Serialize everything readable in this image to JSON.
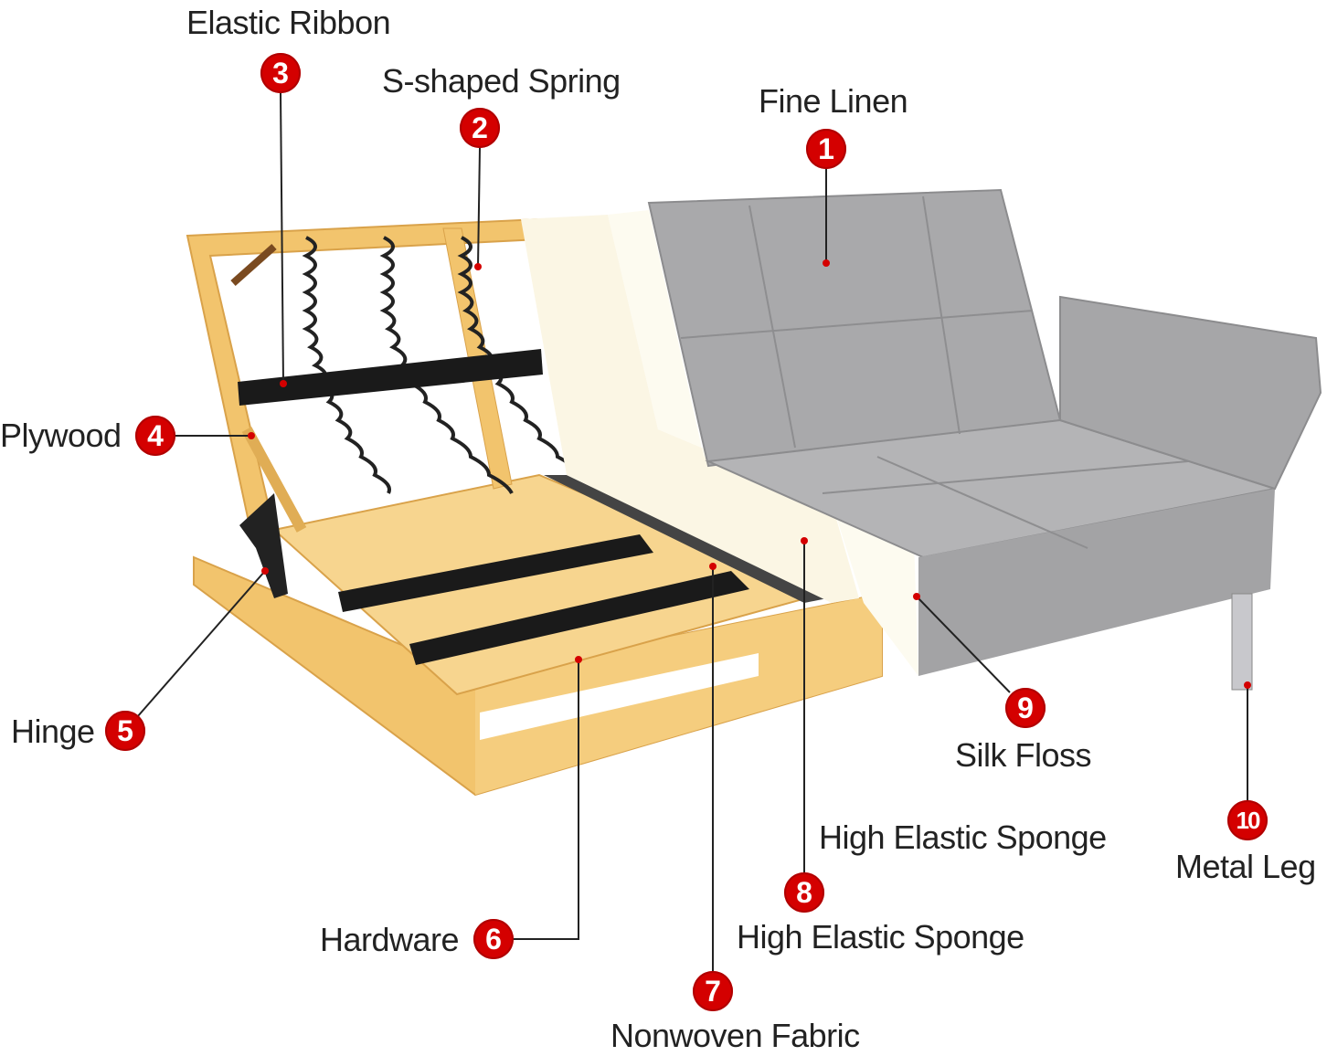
{
  "callouts": [
    {
      "number": "1",
      "label": "Fine Linen"
    },
    {
      "number": "2",
      "label": "S-shaped Spring"
    },
    {
      "number": "3",
      "label": "Elastic Ribbon"
    },
    {
      "number": "4",
      "label": "Plywood"
    },
    {
      "number": "5",
      "label": "Hinge"
    },
    {
      "number": "6",
      "label": "Hardware"
    },
    {
      "number": "7",
      "label": "Nonwoven Fabric"
    },
    {
      "number": "8",
      "label": "High Elastic Sponge",
      "label_secondary": "High Elastic Sponge"
    },
    {
      "number": "9",
      "label": "Silk Floss"
    },
    {
      "number": "10",
      "label": "Metal Leg"
    }
  ],
  "colors": {
    "badge": "#d40000",
    "wood": "#f2c46d",
    "fabric": "#a9a9ab",
    "sponge": "#fbf6e4",
    "ribbon": "#1a1a1a"
  }
}
